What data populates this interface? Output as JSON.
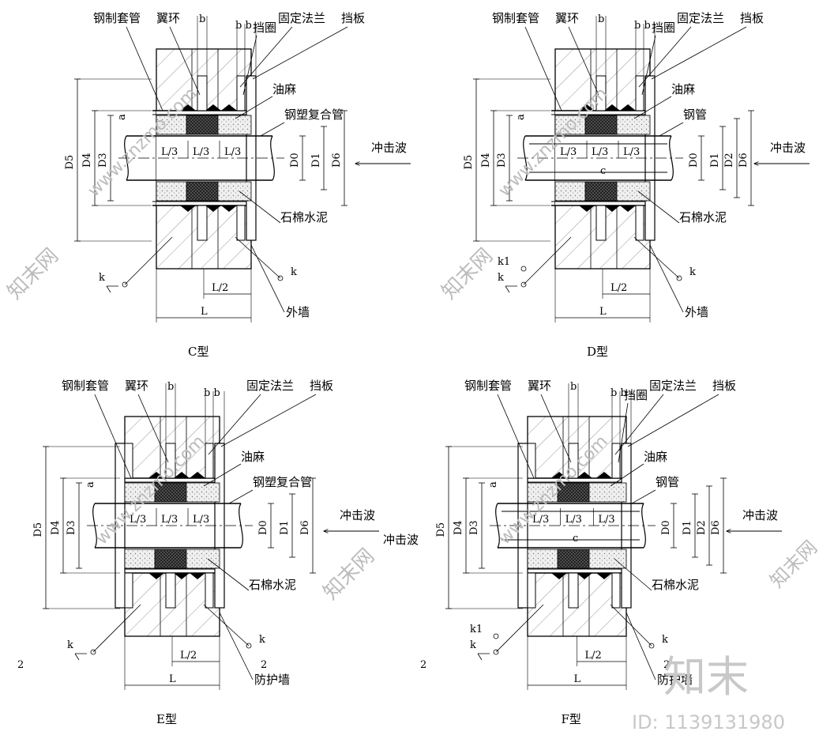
{
  "panels": [
    {
      "caption": "C型",
      "labels": {
        "sleeve": "钢制套管",
        "wing": "翼环",
        "flange": "固定法兰",
        "baffle": "挡板",
        "ring": "挡圈",
        "oil": "油麻",
        "pipe": "钢塑复合管",
        "asbestos": "石棉水泥",
        "wall": "外墙",
        "shock": "冲击波"
      },
      "dims": {
        "b": "b",
        "bb": "b b",
        "a": "a",
        "third": "L/3",
        "half": "L/2",
        "L": "L",
        "D0": "D0",
        "D1": "D1",
        "D2": "",
        "D3": "D3",
        "D4": "D4",
        "D5": "D5",
        "D6": "D6",
        "k": "k",
        "k1": "",
        "c": "",
        "n2": ""
      }
    },
    {
      "caption": "D型",
      "labels": {
        "sleeve": "钢制套管",
        "wing": "翼环",
        "flange": "固定法兰",
        "baffle": "挡板",
        "ring": "挡圈",
        "oil": "油麻",
        "pipe": "钢管",
        "asbestos": "石棉水泥",
        "wall": "外墙",
        "shock": "冲击波"
      },
      "dims": {
        "b": "b",
        "bb": "b b",
        "a": "a",
        "third": "L/3",
        "half": "L/2",
        "L": "L",
        "D0": "D0",
        "D1": "D1",
        "D2": "D2",
        "D3": "D3",
        "D4": "D4",
        "D5": "D5",
        "D6": "D6",
        "k": "k",
        "k1": "k1",
        "c": "c",
        "n2": ""
      }
    },
    {
      "caption": "E型",
      "labels": {
        "sleeve": "钢制套管",
        "wing": "翼环",
        "flange": "固定法兰",
        "baffle": "挡板",
        "ring": "",
        "oil": "油麻",
        "pipe": "钢塑复合管",
        "asbestos": "石棉水泥",
        "wall": "防护墙",
        "shock": "冲击波"
      },
      "dims": {
        "b": "b",
        "bb": "b b",
        "a": "a",
        "third": "L/3",
        "half": "L/2",
        "L": "L",
        "D0": "D0",
        "D1": "D1",
        "D2": "",
        "D3": "D3",
        "D4": "D4",
        "D5": "D5",
        "D6": "D6",
        "k": "k",
        "k1": "",
        "c": "",
        "n2": "2"
      }
    },
    {
      "caption": "F型",
      "labels": {
        "sleeve": "钢制套管",
        "wing": "翼环",
        "flange": "固定法兰",
        "baffle": "挡板",
        "ring": "挡圈",
        "oil": "油麻",
        "pipe": "钢管",
        "asbestos": "石棉水泥",
        "wall": "防护墙",
        "shock": "冲击波"
      },
      "dims": {
        "b": "b",
        "bb": "b b",
        "a": "a",
        "third": "L/3",
        "half": "L/2",
        "L": "L",
        "D0": "D0",
        "D1": "D1",
        "D2": "D2",
        "D3": "D3",
        "D4": "D4",
        "D5": "D5",
        "D6": "D6",
        "k": "k",
        "k1": "k1",
        "c": "c",
        "n2": "2"
      }
    }
  ],
  "between_shock_label": "冲击波",
  "watermark": {
    "brand": "知末",
    "id": "ID: 1139131980",
    "site": "www.znzmo.com",
    "site_cn": "知末网"
  },
  "colors": {
    "line": "#000000",
    "grout": "#e6e6e6",
    "hatch": "#7a7a7a",
    "watermark": "#bcbcbc"
  }
}
